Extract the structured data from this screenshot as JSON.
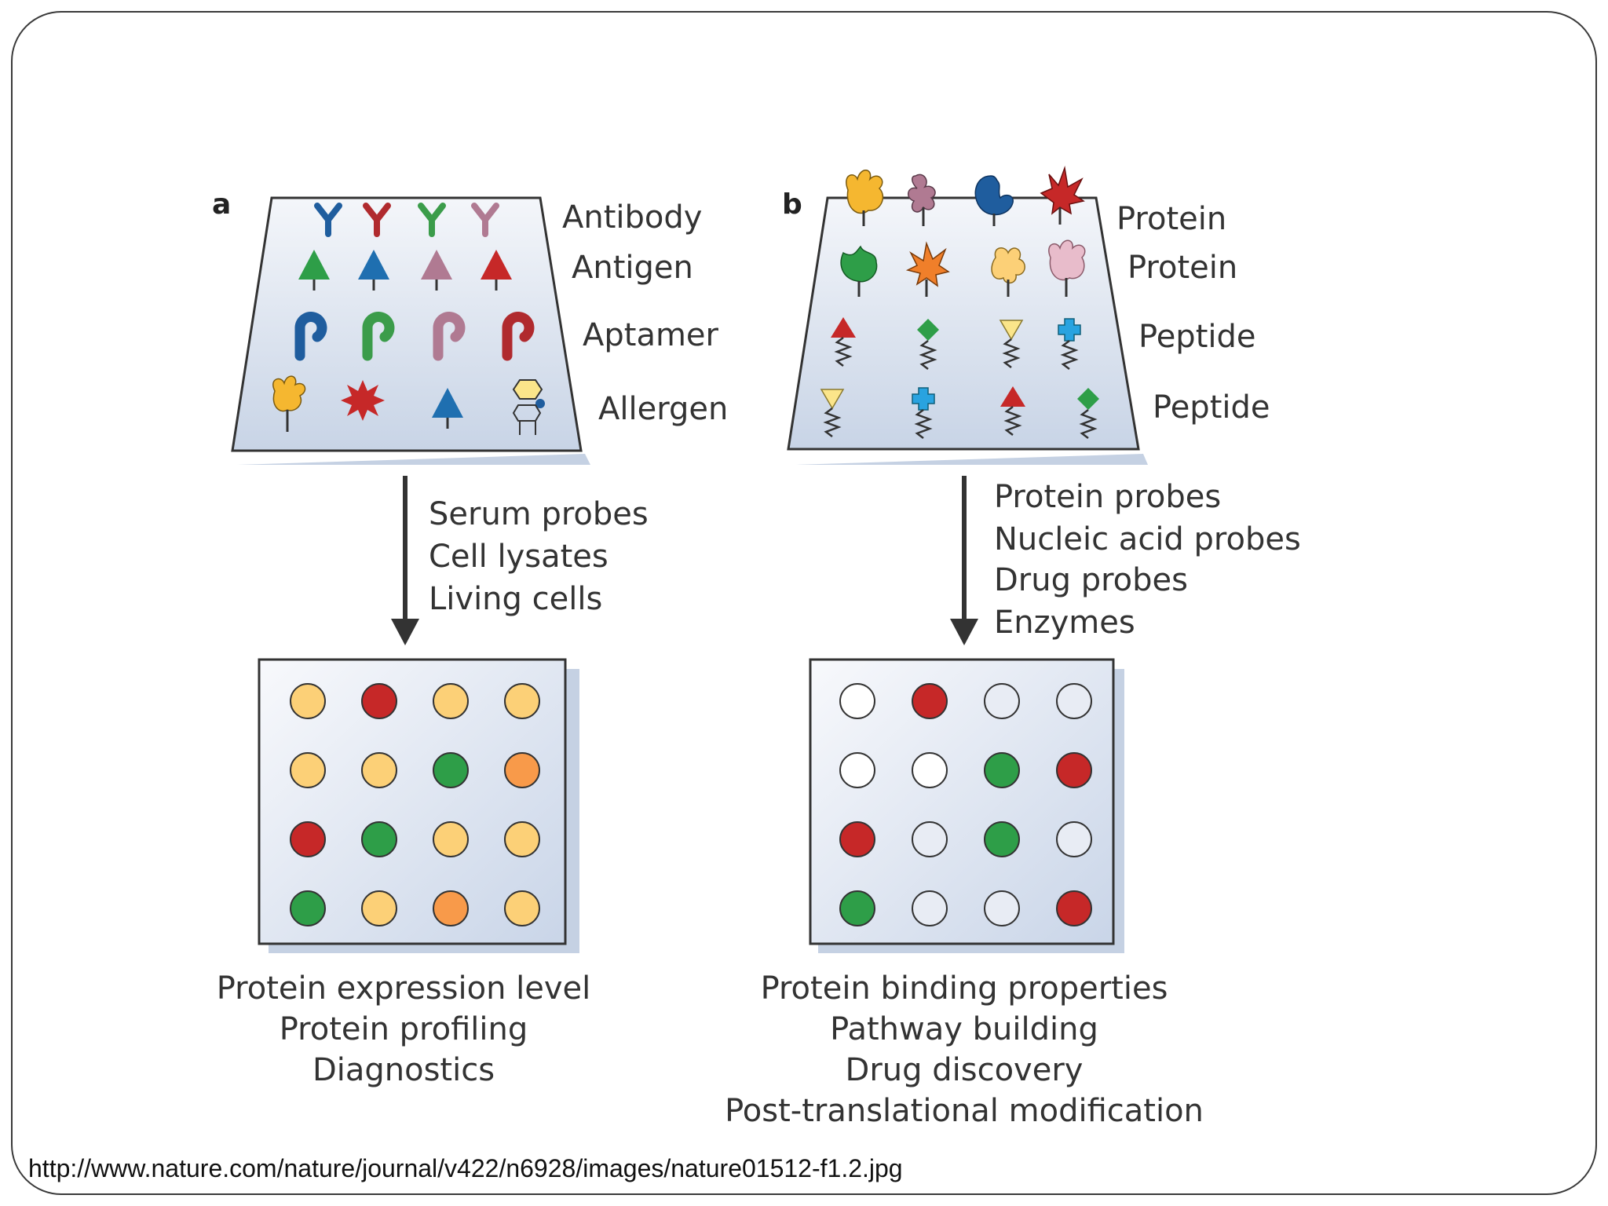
{
  "panel_a": {
    "letter": "a",
    "rows": [
      "Antibody",
      "Antigen",
      "Aptamer",
      "Allergen"
    ],
    "probes": [
      "Serum probes",
      "Cell lysates",
      "Living cells"
    ],
    "applications": [
      "Protein expression level",
      "Protein profiling",
      "Diagnostics"
    ],
    "result_grid": [
      [
        "#fcd077",
        "#c62828",
        "#fcd077",
        "#fcd077"
      ],
      [
        "#fcd077",
        "#fcd077",
        "#2e9e48",
        "#f89a4a"
      ],
      [
        "#c62828",
        "#2e9e48",
        "#fcd077",
        "#fcd077"
      ],
      [
        "#2e9e48",
        "#fcd077",
        "#f89a4a",
        "#fcd077"
      ]
    ]
  },
  "panel_b": {
    "letter": "b",
    "rows": [
      "Protein",
      "Protein",
      "Peptide",
      "Peptide"
    ],
    "probes": [
      "Protein probes",
      "Nucleic acid probes",
      "Drug probes",
      "Enzymes"
    ],
    "applications": [
      "Protein binding properties",
      "Pathway building",
      "Drug discovery",
      "Post-translational modification"
    ],
    "result_grid": [
      [
        "#ffffff",
        "#c62828",
        "#e8ecf4",
        "#e8ecf4"
      ],
      [
        "#ffffff",
        "#ffffff",
        "#2e9e48",
        "#c62828"
      ],
      [
        "#c62828",
        "#e8ecf4",
        "#2e9e48",
        "#e8ecf4"
      ],
      [
        "#2e9e48",
        "#e8ecf4",
        "#e8ecf4",
        "#c62828"
      ]
    ]
  },
  "colors": {
    "antibody": [
      "#1f5d9e",
      "#b02a2e",
      "#3b9c4a",
      "#b07a92"
    ],
    "antigen": [
      "#2e9e48",
      "#1f6fb0",
      "#b07a92",
      "#c62828"
    ],
    "aptamer": [
      "#1f5d9e",
      "#3b9c4a",
      "#b07a92",
      "#b02a2e"
    ]
  },
  "source_url": "http://www.nature.com/nature/journal/v422/n6928/images/nature01512-f1.2.jpg"
}
